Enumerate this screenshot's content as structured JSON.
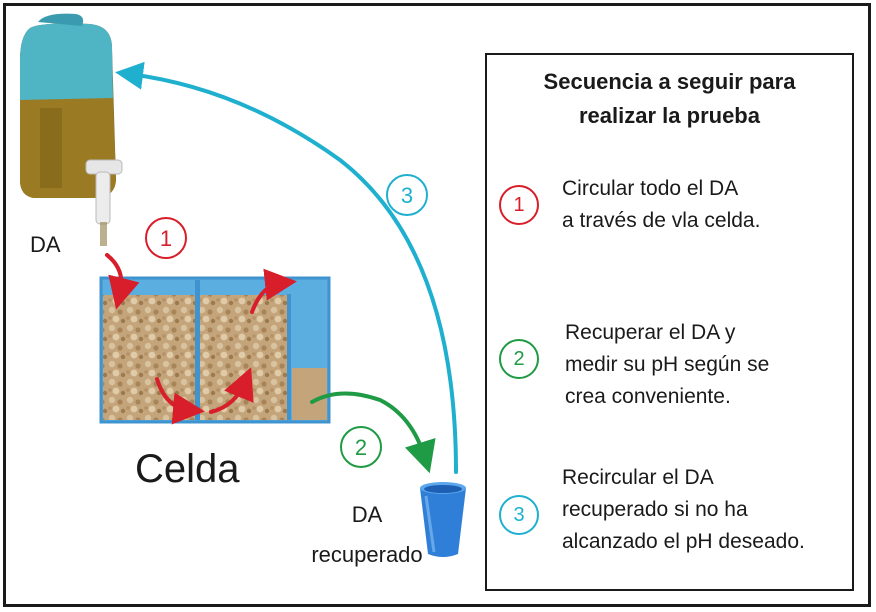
{
  "colors": {
    "step1": "#d81e2a",
    "step2": "#1f9a45",
    "step3": "#20b0cf"
  },
  "labels": {
    "da": "DA",
    "celda": "Celda",
    "da_recuperado_line1": "DA",
    "da_recuperado_line2": "recuperado",
    "marker1": "1",
    "marker2": "2",
    "marker3": "3"
  },
  "panel": {
    "title": "Secuencia a seguir para\nrealizar la prueba",
    "steps": [
      {
        "number": "1",
        "text": "Circular todo el DA\na través de vla celda."
      },
      {
        "number": "2",
        "text": "Recuperar el DA  y\nmedir su pH según se\ncrea conveniente."
      },
      {
        "number": "3",
        "text": "Recircular el DA\nrecuperado si no ha\nalcanzado el pH deseado."
      }
    ]
  },
  "icons": {
    "tank": "water-tank-icon",
    "cup": "plastic-cup-icon"
  }
}
